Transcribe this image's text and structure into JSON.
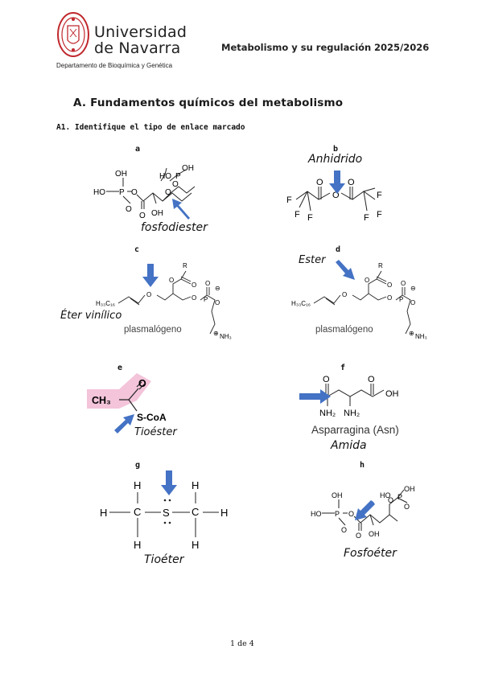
{
  "header": {
    "university_line1": "Universidad",
    "university_line2": "de Navarra",
    "department": "Departamento de Bioquímica y Genética",
    "course": "Metabolismo y su regulación",
    "year": "2025/2026"
  },
  "section_title": "A. Fundamentos químicos del metabolismo",
  "question": "A1. Identifique el tipo de enlace marcado",
  "panels": {
    "a": {
      "letter": "a",
      "annotation": "fosfodiester"
    },
    "b": {
      "letter": "b",
      "annotation": "Anhidrido"
    },
    "c": {
      "letter": "c",
      "caption": "plasmalógeno",
      "annotation": "Éter vinílico"
    },
    "d": {
      "letter": "d",
      "caption": "plasmalógeno",
      "annotation": "Ester"
    },
    "e": {
      "letter": "e",
      "annotation": "Tioéster"
    },
    "f": {
      "letter": "f",
      "caption": "Asparragina (Asn)",
      "annotation": "Amida"
    },
    "g": {
      "letter": "g",
      "annotation": "Tioéter"
    },
    "h": {
      "letter": "h",
      "annotation": "Fosfoéter"
    }
  },
  "chem": {
    "OH": "OH",
    "HO": "HO",
    "P": "P",
    "O": "O",
    "F": "F",
    "R": "R",
    "H": "H",
    "S": "S",
    "H33C16": "H₃₃C₁₆",
    "NH3": "NH₃",
    "CH3": "CH₃",
    "SCoA": "S-CoA",
    "NH2": "NH₂",
    "plus": "⊕",
    "minus": "⊖"
  },
  "colors": {
    "arrow": "#4472c4",
    "highlight": "#f3c4da",
    "logo": "#c0282d"
  },
  "footer": "1 de 4"
}
